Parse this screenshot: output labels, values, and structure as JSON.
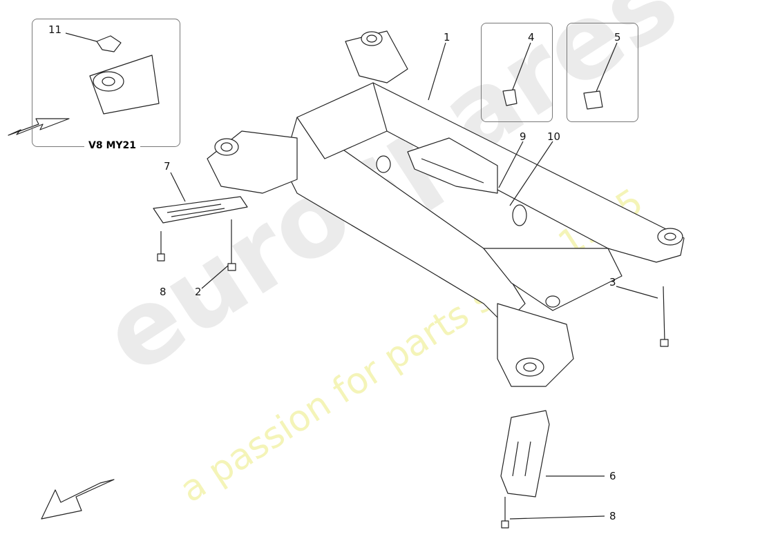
{
  "diagram": {
    "inset_caption": "V8 MY21",
    "callouts": [
      {
        "id": "c11",
        "label": "11"
      },
      {
        "id": "c1",
        "label": "1"
      },
      {
        "id": "c4",
        "label": "4"
      },
      {
        "id": "c5",
        "label": "5"
      },
      {
        "id": "c7",
        "label": "7"
      },
      {
        "id": "c9",
        "label": "9"
      },
      {
        "id": "c10",
        "label": "10"
      },
      {
        "id": "c8a",
        "label": "8"
      },
      {
        "id": "c2",
        "label": "2"
      },
      {
        "id": "c3",
        "label": "3"
      },
      {
        "id": "c6",
        "label": "6"
      },
      {
        "id": "c8b",
        "label": "8"
      }
    ]
  },
  "watermark": {
    "brand": "eurospares",
    "tagline": "a passion for parts since 1985",
    "color_brand": "#e6e6e6",
    "color_tagline": "#f3f3b0"
  },
  "colors": {
    "line": "#222222",
    "box": "#777777"
  }
}
